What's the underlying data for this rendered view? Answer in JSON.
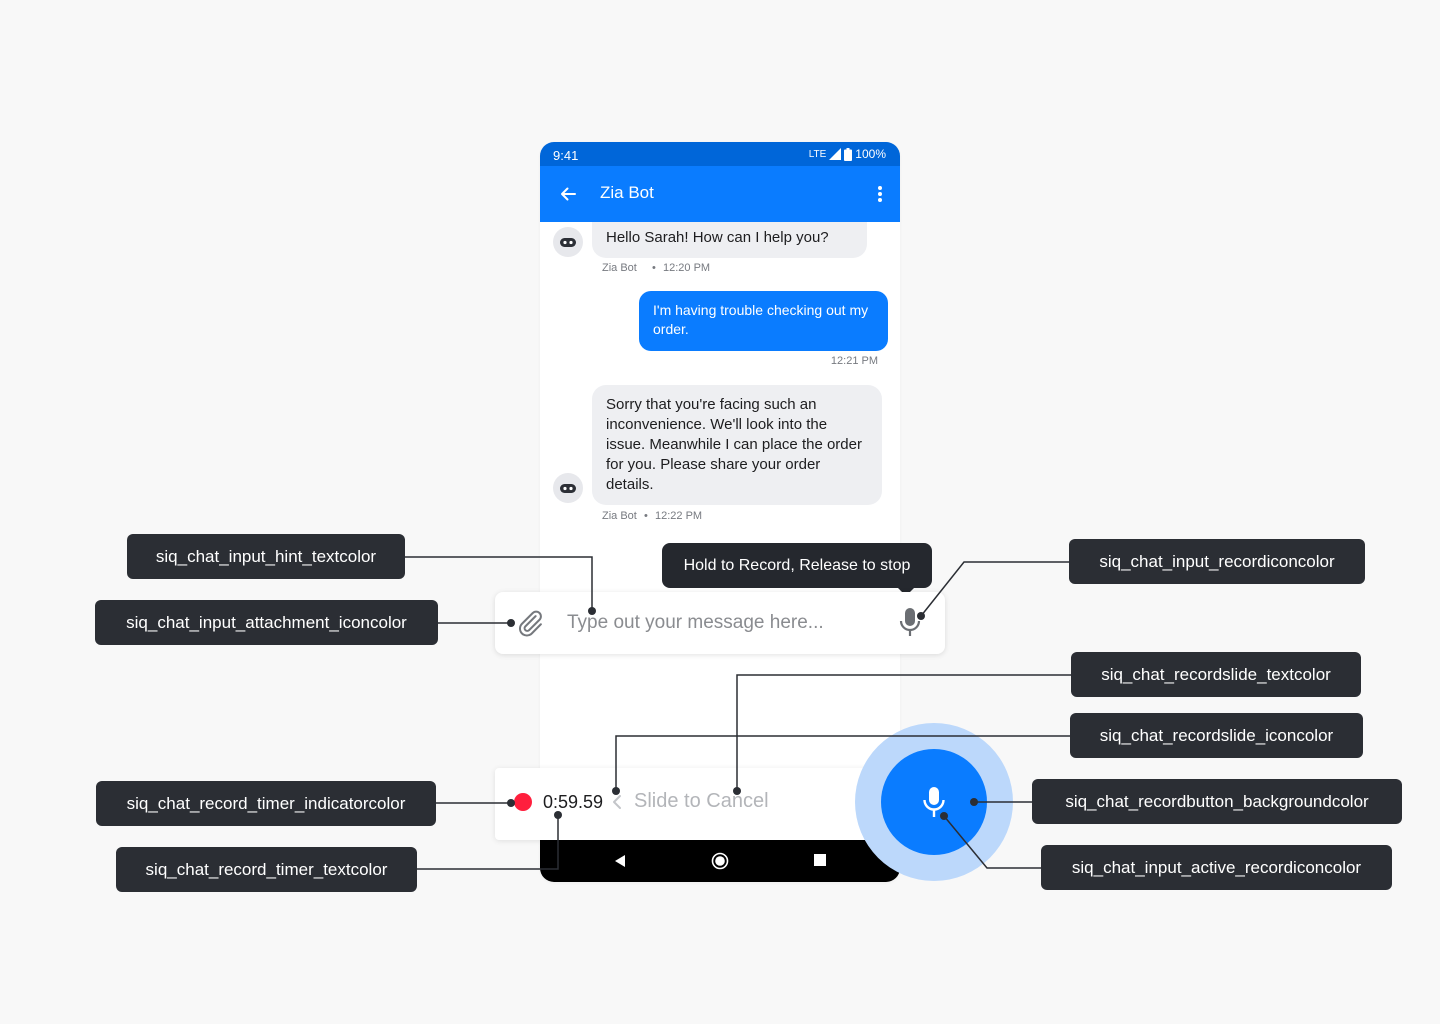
{
  "status": {
    "time": "9:41",
    "network": "LTE",
    "battery": "100%"
  },
  "appbar": {
    "title": "Zia Bot"
  },
  "messages": [
    {
      "text": "Hello Sarah! How can I help you?",
      "sender": "Zia Bot",
      "time": "12:20 PM"
    },
    {
      "text": "I'm having trouble checking out my order.",
      "time": "12:21 PM"
    },
    {
      "text": "Sorry that you're facing such an inconvenience. We'll look into the issue. Meanwhile I can place the order for you. Please share your order details.",
      "sender": "Zia Bot",
      "time": "12:22 PM"
    }
  ],
  "tooltip": {
    "text": "Hold to Record, Release to stop"
  },
  "input": {
    "placeholder": "Type out your message here..."
  },
  "record": {
    "timer": "0:59.59",
    "slide_text": "Slide to Cancel"
  },
  "labels": {
    "hint_textcolor": "siq_chat_input_hint_textcolor",
    "attachment_iconcolor": "siq_chat_input_attachment_iconcolor",
    "recordiconcolor": "siq_chat_input_recordiconcolor",
    "recordslide_textcolor": "siq_chat_recordslide_textcolor",
    "recordslide_iconcolor": "siq_chat_recordslide_iconcolor",
    "timer_indicatorcolor": "siq_chat_record_timer_indicatorcolor",
    "recordbutton_backgroundcolor": "siq_chat_recordbutton_backgroundcolor",
    "timer_textcolor": "siq_chat_record_timer_textcolor",
    "active_recordiconcolor": "siq_chat_input_active_recordiconcolor"
  },
  "colors": {
    "primary": "#0a7cff",
    "statusbar": "#0066d9",
    "record_indicator": "#ff1f3d",
    "label_bg": "#2b2e34"
  },
  "icons": {
    "back": "arrow-left-icon",
    "more": "more-vert-icon",
    "attachment": "paperclip-icon",
    "mic": "microphone-icon",
    "slide": "chevron-left-icon"
  }
}
